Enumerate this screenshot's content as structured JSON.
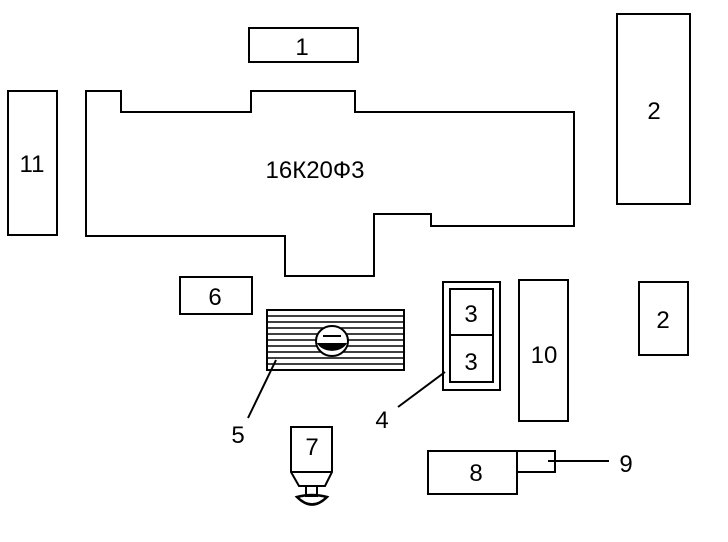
{
  "machine": {
    "label": "16К20Ф3"
  },
  "labels": {
    "item_1": "1",
    "item_2_top": "2",
    "item_2_bottom": "2",
    "item_3_top": "3",
    "item_3_bottom": "3",
    "item_4": "4",
    "item_5": "5",
    "item_6": "6",
    "item_7": "7",
    "item_8": "8",
    "item_9": "9",
    "item_10": "10",
    "item_11": "11"
  }
}
